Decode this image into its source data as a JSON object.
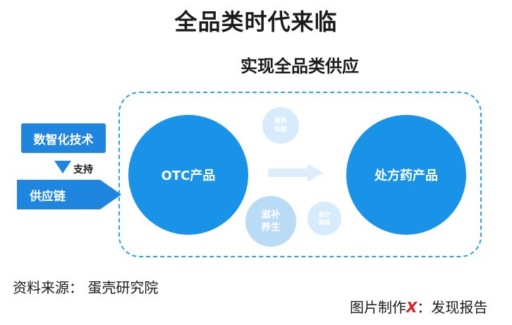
{
  "title": "全品类时代来临",
  "subtitle": "实现全品类供应",
  "left": {
    "tech": "数智化技术",
    "support": "支持",
    "supply": "供应链"
  },
  "circles": {
    "otc": "OTC产品",
    "rx": "处方药产品",
    "nutrition_line1": "营养",
    "nutrition_line2": "保健",
    "tonic_line1": "滋补",
    "tonic_line2": "养生",
    "medical_line1": "医疗",
    "medical_line2": "器械"
  },
  "source": "资料来源： 蛋壳研究院",
  "credit": {
    "prefix": "图片制作",
    "mark": "X",
    "suffix": "：发现报告"
  },
  "colors": {
    "primary": "#1993e8",
    "box": "#1f86e0",
    "dashed_border": "#2aa5e8",
    "light_circle": "#d6ebfb",
    "arrow_light": "#dceefb"
  }
}
